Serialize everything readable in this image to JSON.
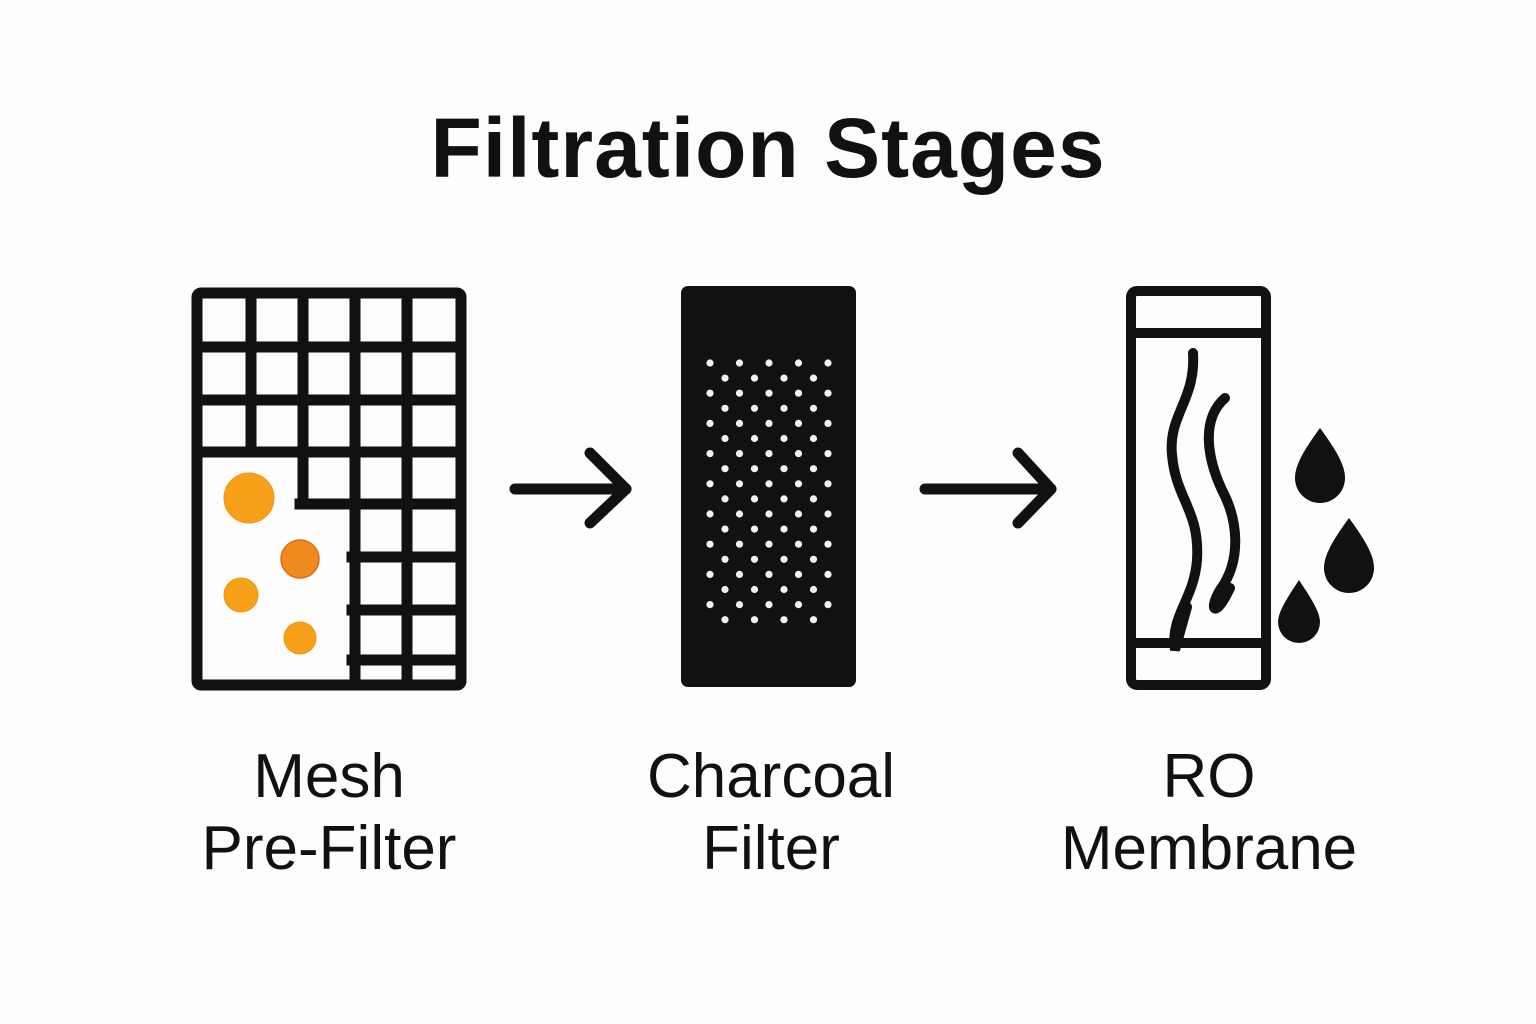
{
  "title": "Filtration Stages",
  "stages": [
    {
      "name": "mesh-pre-filter",
      "line1": "Mesh",
      "line2": "Pre-Filter",
      "icon": "mesh-grid-icon"
    },
    {
      "name": "charcoal-filter",
      "line1": "Charcoal",
      "line2": "Filter",
      "icon": "charcoal-block-icon"
    },
    {
      "name": "ro-membrane",
      "line1": "RO",
      "line2": "Membrane",
      "icon": "membrane-cartridge-icon"
    }
  ],
  "connectors": [
    "arrow-right-icon",
    "arrow-right-icon"
  ],
  "colors": {
    "ink": "#111111",
    "particle_light": "#f7a01a",
    "particle_dark": "#ef8a1e",
    "background": "#fdfdfd"
  },
  "particle_count": 4,
  "droplet_count": 3
}
